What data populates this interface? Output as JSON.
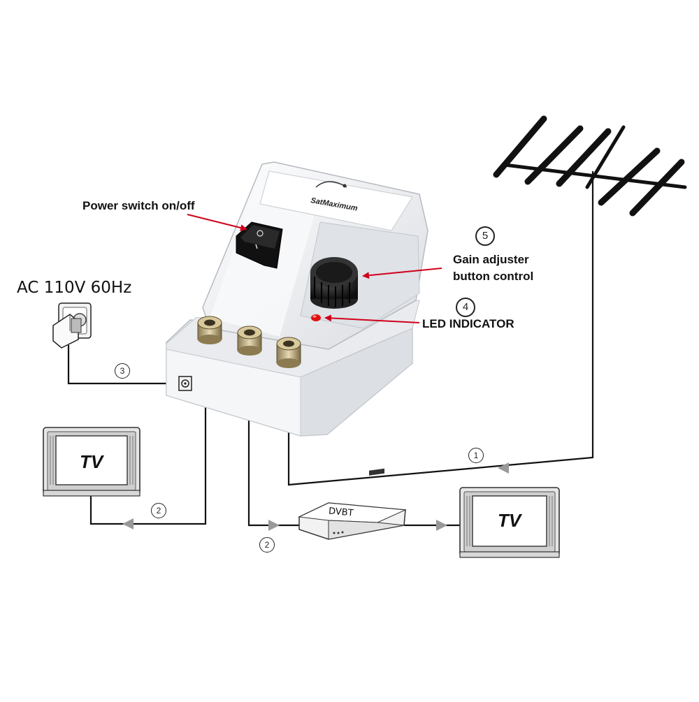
{
  "labels": {
    "power_switch": "Power switch on/off",
    "gain_line1": "Gain adjuster",
    "gain_line2": "button control",
    "led": "LED INDICATOR",
    "ac": "AC 110V 60Hz",
    "brand": "SatMaximum",
    "dvbt": "DVBT",
    "tv_left": "TV",
    "tv_right": "TV"
  },
  "callouts": {
    "gain": "5",
    "led": "4",
    "power_cable": "3",
    "antenna_cable": "1",
    "tv_cable": "2",
    "dvbt_cable": "2"
  },
  "colors": {
    "pointer_arrow": "#d0021b",
    "cable": "#111111",
    "flow_arrow": "#999999",
    "device_body": "#eef0f3",
    "led": "#e01010"
  }
}
